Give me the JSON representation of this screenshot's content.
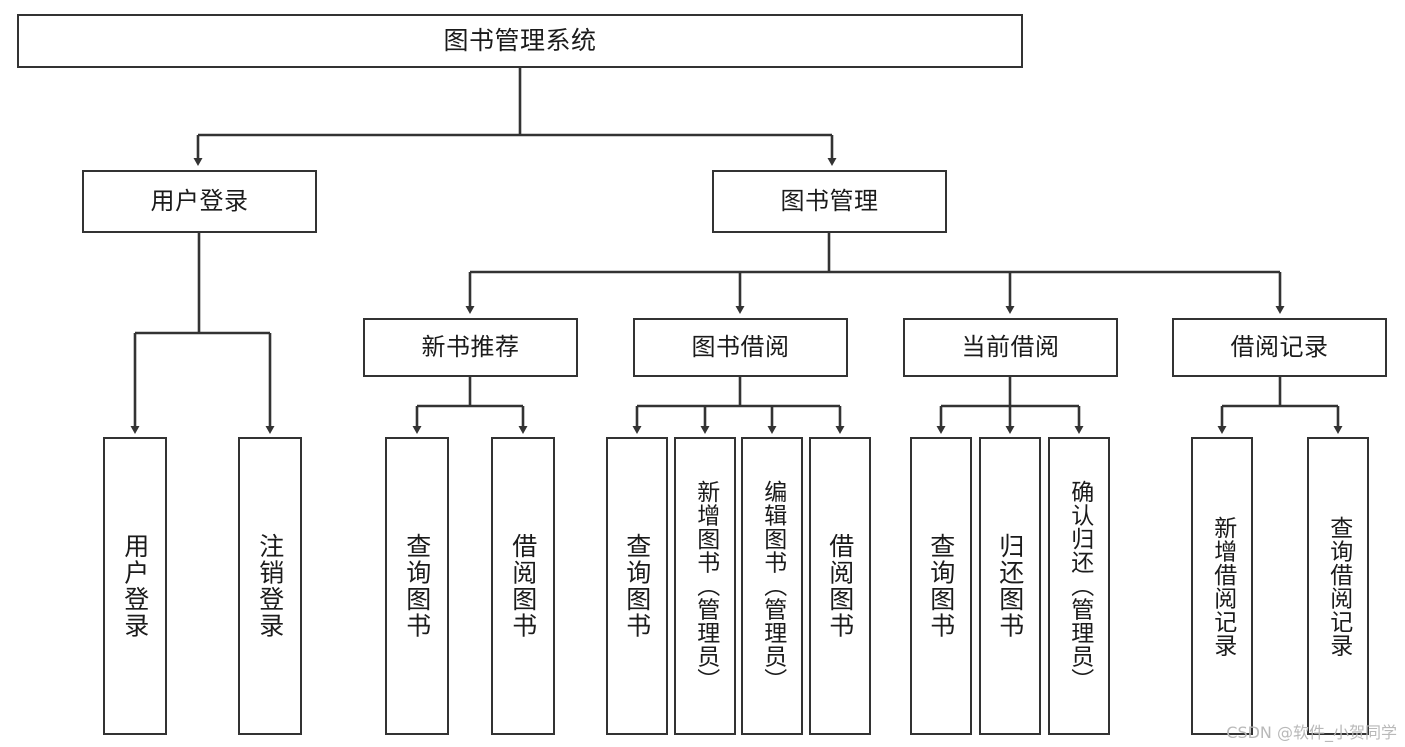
{
  "diagram": {
    "type": "tree",
    "title": "图书管理系统",
    "style": {
      "box_border_color": "#333333",
      "box_fill_color": "#ffffff",
      "connector_color": "#333333",
      "background_color": "#ffffff",
      "text_color": "#1b1b1b"
    },
    "watermark": "CSDN @软件_小贺同学",
    "nodes": {
      "root": {
        "label": "图书管理系统"
      },
      "level2": [
        {
          "label": "用户登录"
        },
        {
          "label": "图书管理"
        }
      ],
      "level3": [
        {
          "label": "新书推荐"
        },
        {
          "label": "图书借阅"
        },
        {
          "label": "当前借阅"
        },
        {
          "label": "借阅记录"
        }
      ],
      "leaves": {
        "user_login": [
          {
            "label": "用户登录"
          },
          {
            "label": "注销登录"
          }
        ],
        "new_book": [
          {
            "label": "查询图书"
          },
          {
            "label": "借阅图书"
          }
        ],
        "book_borrow": [
          {
            "label": "查询图书"
          },
          {
            "label": "新增图书（管理员）"
          },
          {
            "label": "编辑图书（管理员）"
          },
          {
            "label": "借阅图书"
          }
        ],
        "current_borrow": [
          {
            "label": "查询图书"
          },
          {
            "label": "归还图书"
          },
          {
            "label": "确认归还（管理员）"
          }
        ],
        "borrow_record": [
          {
            "label": "新增借阅记录"
          },
          {
            "label": "查询借阅记录"
          }
        ]
      }
    }
  }
}
